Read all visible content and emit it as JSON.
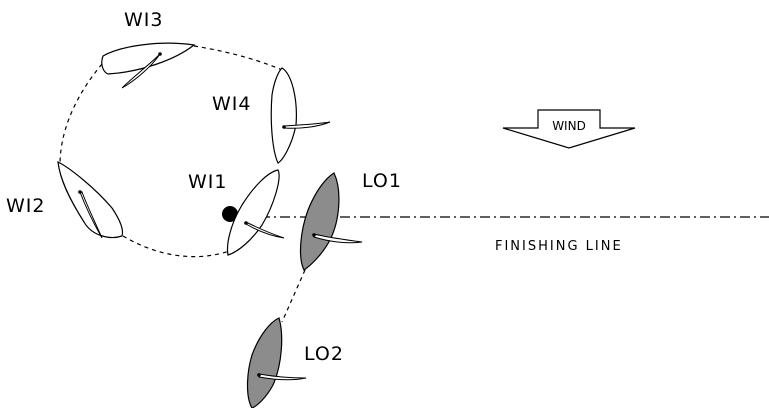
{
  "colors": {
    "windward_hull": "#ffffff",
    "leeward_hull": "#8c8c8c",
    "outline": "#000000",
    "mark": "#000000"
  },
  "boats": {
    "wi1": "WI1",
    "wi2": "WI2",
    "wi3": "WI3",
    "wi4": "WI4",
    "lo1": "LO1",
    "lo2": "LO2"
  },
  "wind": {
    "label": "WIND"
  },
  "finishing_line": {
    "label": "FINISHING LINE"
  }
}
